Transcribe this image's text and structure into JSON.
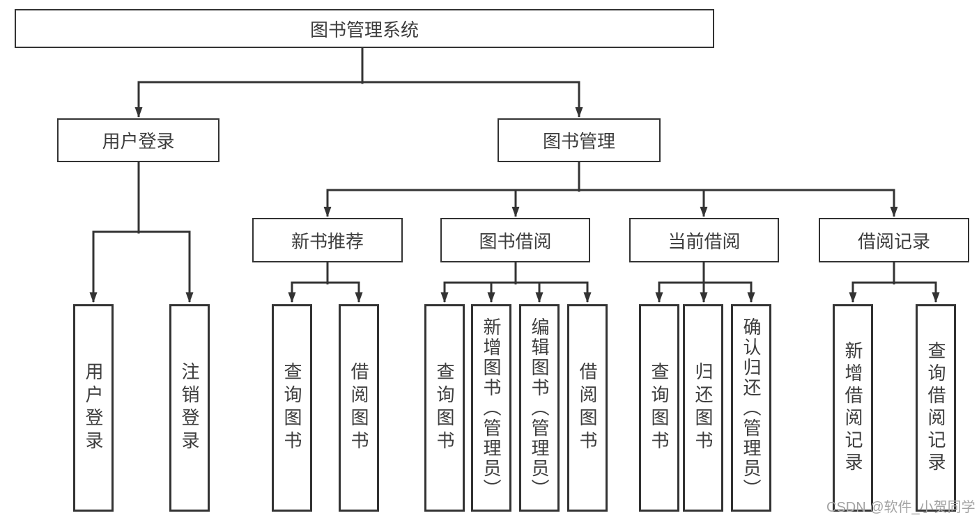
{
  "tree": {
    "label": "图书管理系统",
    "children": [
      {
        "label": "用户登录",
        "children": [
          "用户登录",
          "注销登录"
        ]
      },
      {
        "label": "图书管理",
        "children": [
          {
            "label": "新书推荐",
            "children": [
              "查询图书",
              "借阅图书"
            ]
          },
          {
            "label": "图书借阅",
            "children": [
              "查询图书",
              "新增图书（管理员）",
              "编辑图书（管理员）",
              "借阅图书"
            ]
          },
          {
            "label": "当前借阅",
            "children": [
              "查询图书",
              "归还图书",
              "确认归还（管理员）"
            ]
          },
          {
            "label": "借阅记录",
            "children": [
              "新增借阅记录",
              "查询借阅记录"
            ]
          }
        ]
      }
    ]
  },
  "watermark": {
    "text": "CSDN @软件_小贺同学"
  },
  "colors": {
    "line": "#333333",
    "node_text": "#3d3d3d",
    "watermark": "#a3a3a3",
    "background": "#ffffff"
  }
}
